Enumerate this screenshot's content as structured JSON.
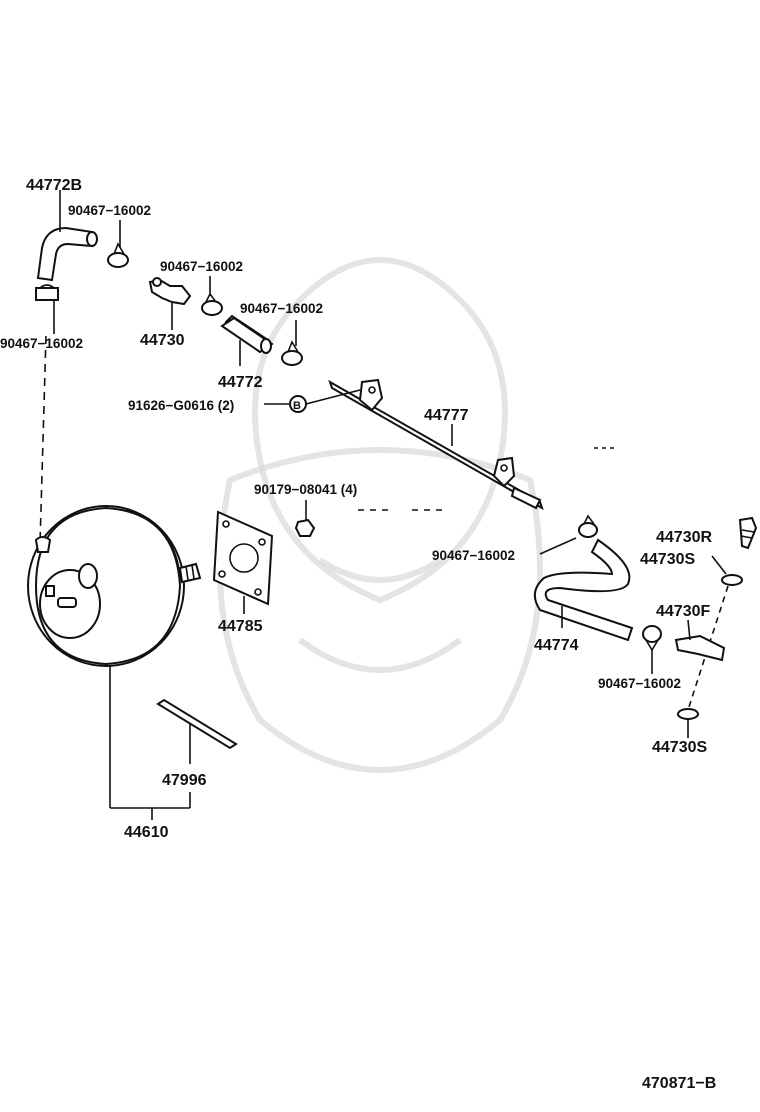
{
  "diagram": {
    "labels": {
      "l44772b": "44772B",
      "l90467a": "90467−16002",
      "l90467b": "90467−16002",
      "l90467c": "90467−16002",
      "l90467left": "90467−16002",
      "l44730": "44730",
      "l44772": "44772",
      "l91626": "91626−G0616 (2)",
      "circleB": "B",
      "l44777": "44777",
      "l90179": "90179−08041 (4)",
      "l90467d": "90467−16002",
      "l44730r": "44730R",
      "l44730s_top": "44730S",
      "l44730f": "44730F",
      "l90467e": "90467−16002",
      "l44730s_bot": "44730S",
      "l44774": "44774",
      "l44785": "44785",
      "l47996": "47996",
      "l44610": "44610",
      "l470871": "470871−B"
    }
  }
}
